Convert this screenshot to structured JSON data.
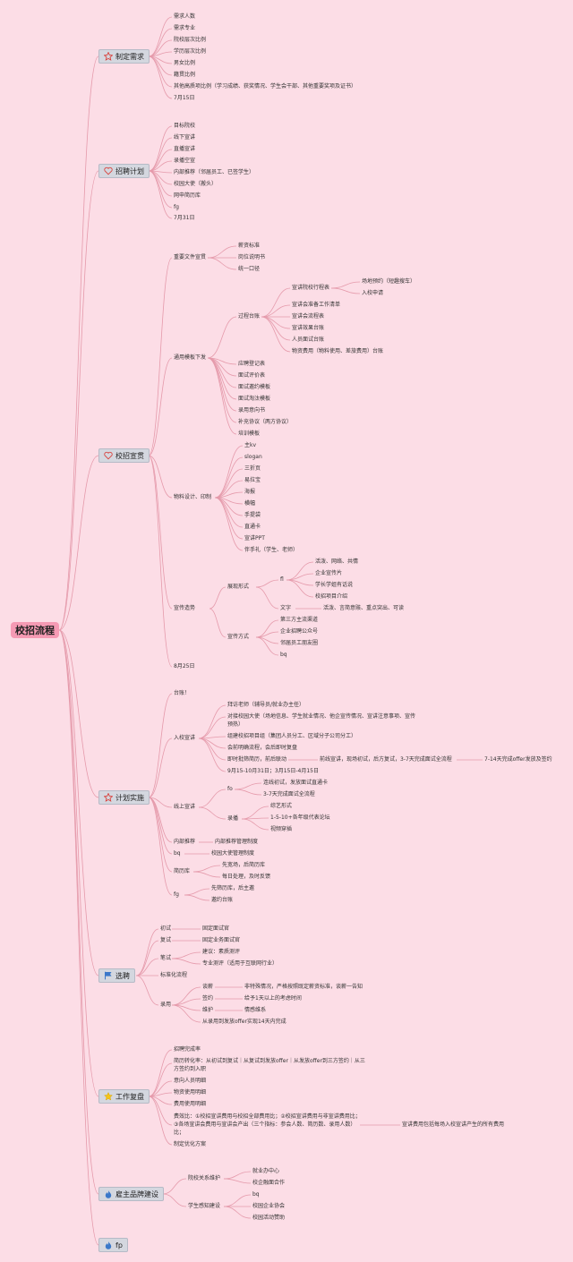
{
  "root": "校招流程",
  "branches": {
    "b1": "制定需求",
    "b2": "招聘计划",
    "b3": "校招宣贯",
    "b4": "计划实施",
    "b5": "选聘",
    "b6": "工作复盘",
    "b7": "雇主品牌建设",
    "b8": "fp"
  },
  "icons": {
    "b1": "star-outline-icon",
    "b2": "heart-outline-icon",
    "b3": "heart-outline-icon",
    "b4": "star-outline-icon",
    "b5": "blue-flag-icon",
    "b6": "yellow-star-icon",
    "b7": "blue-flame-icon",
    "b8": "blue-flame-icon"
  },
  "colors": {
    "background": "#fcdde6",
    "root": "#f59ab4",
    "branch": "#d4d7df",
    "line": "#e59aab",
    "icon_red": "#d9403b",
    "icon_blue": "#3b78c9",
    "icon_yellow": "#f5c518"
  },
  "nodes": {
    "n01": "需求人数",
    "n02": "需求专业",
    "n03": "院校层次比例",
    "n04": "学历层次比例",
    "n05": "男女比例",
    "n06": "籍贯比例",
    "n07": "其他高质项比例（学习成绩、获奖情况、学生会干部、其他重要奖项及证书）",
    "n08": "7月15日",
    "n09": "目标院校",
    "n10": "线下宣讲",
    "n11": "直播宣讲",
    "n12": "录播空宣",
    "n13": "内部推荐（邻届员工、已签学生）",
    "n14": "校园大使（搬头）",
    "n15": "网申简历库",
    "n16": "fg",
    "n17": "7月31日",
    "n18": "重要文件宣贯",
    "n19": "薪资标准",
    "n20": "岗位说明书",
    "n21": "统一口径",
    "n22": "通用模板下发",
    "n23": "过程台账",
    "n24": "宣讲院校行程表",
    "n25": "场地预约（短趣搜车）",
    "n26": "入校申请",
    "n27": "宣讲会准备工作清单",
    "n28": "宣讲会流程表",
    "n29": "宣讲效果台账",
    "n30": "人员面试台账",
    "n31": "物资费用（物料使用、差旅费用）台账",
    "n32": "应聘登记表",
    "n33": "面试评价表",
    "n34": "面试邀约模板",
    "n35": "面试淘汰模板",
    "n36": "录用意向书",
    "n37": "补充协议（两方协议）",
    "n38": "培训模板",
    "n39": "物料设计、印制",
    "n40": "主kv",
    "n41": "slogan",
    "n42": "三折页",
    "n43": "易拉宝",
    "n44": "海报",
    "n45": "横幅",
    "n46": "手提袋",
    "n47": "直通卡",
    "n48": "宣讲PPT",
    "n49": "伴手礼（学生、老师）",
    "n50": "宣传造势",
    "n51": "展现形式",
    "n52": "fl",
    "n53": "活泼、网络、共情",
    "n54": "企业宣传片",
    "n55": "学长学姐有话说",
    "n56": "校招项目介绍",
    "n57": "文字",
    "n58": "活泼、言简意赅、重点突出、可读",
    "n59": "宣传方式",
    "n60": "第三方主流渠道",
    "n61": "企业招聘公众号",
    "n62": "邻届员工朋友圈",
    "n63": "bq",
    "n64": "8月25日",
    "n65": "台账！",
    "n66": "入校宣讲",
    "n67": "拜访老师（辅导员/就业办主任）",
    "n68": "对接校园大使（场地信息、学生就业情况、他企宣传情况、宣讲注意事项、宣传",
    "n69": "预热）",
    "n70": "组建校招项目组（集团人员分工、区域分子公司分工）",
    "n71": "会前明确流程，会后即时复盘",
    "n72": "即时批筛简历，前后联动",
    "n73": "前线宣讲，现场初试，后方复试，3-7天完成面试全流程",
    "n74": "7-14天完成offer发放及签约",
    "n75": "9月15-10月31日；3月15日-4月15日",
    "n76": "线上宣讲",
    "n77": "fo",
    "n78": "连线初试，发放面试直通卡",
    "n79": "3-7天完成面试全流程",
    "n80": "录播",
    "n81": "综艺形式",
    "n82": "1-5-10+各年级代表论坛",
    "n83": "视频穿插",
    "n84": "内部推荐",
    "n85": "内部推荐管理制度",
    "n86": "bq",
    "n87": "校园大使管理制度",
    "n88": "简历库",
    "n89": "先宽场，后简历库",
    "n90": "每日处理，及时反馈",
    "n91": "fg",
    "n92": "先筛历库，后主邀",
    "n93": "邀约台账",
    "n94": "初试",
    "n95": "固定面试官",
    "n96": "复试",
    "n97": "固定业务面试官",
    "n98": "笔试",
    "n99": "建议：素质测评",
    "n100": "专业测评（适用于互联网行业）",
    "n101": "标准化流程",
    "n102": "录用",
    "n103": "谈薪",
    "n104": "非特殊情况，严格按照既定薪资标准，谈薪一告知",
    "n105": "签约",
    "n106": "给予1天以上的考虑时间",
    "n107": "维护",
    "n108": "情感维系",
    "n109": "从录用到发放offer实现14天内完成",
    "n110": "招聘完成率",
    "n111": "简历转化率：从初试到复试｜从复试到发放offer｜从发放offer到三方签约｜从三",
    "n112": "方签约到入职",
    "n113": "意向人员明细",
    "n114": "物资使用明细",
    "n115": "费用使用明细",
    "n116": "费效比：①校招宣讲费用与校招全部费用比；②校招宣讲费用与非宣讲费用比；",
    "n117": "③各场宣讲会费用与宣讲会产出（三个指标：参会人数、简历数、录用人数）",
    "n118": "比；",
    "n119": "宣讲费用包括每场入校宣讲产生的所有费用",
    "n120": "制定优化方案",
    "n121": "院校关系维护",
    "n122": "就业办中心",
    "n123": "校企融面合作",
    "n124": "学生感知建设",
    "n125": "bq",
    "n126": "校园企业协会",
    "n127": "校园活动赞助"
  }
}
